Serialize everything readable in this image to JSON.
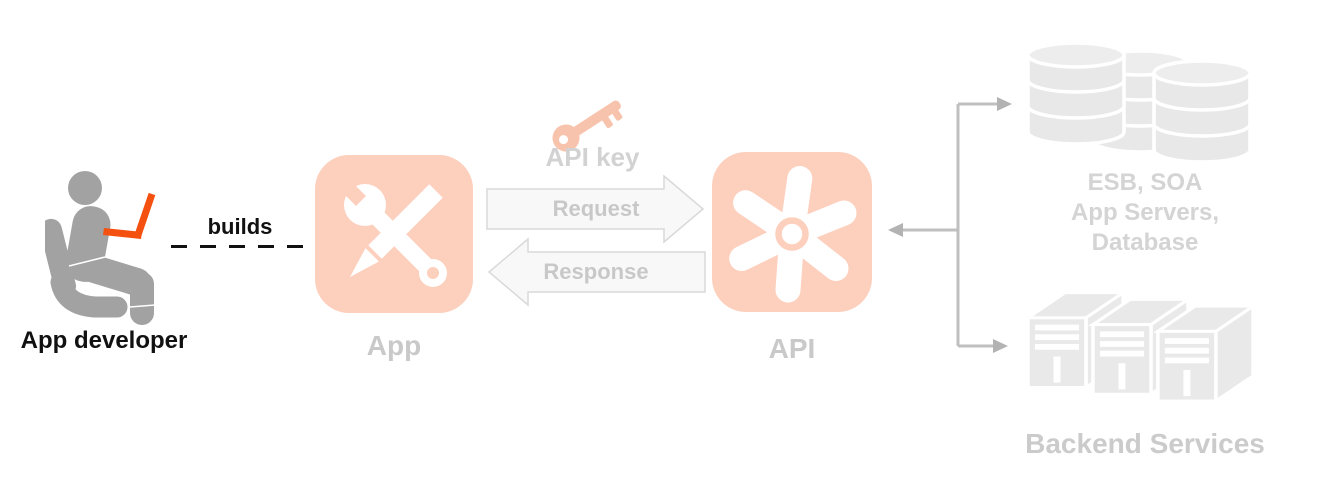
{
  "palette": {
    "accent_salmon": "#fdcfbd",
    "key_salmon": "#f8c3ac",
    "laptop_orange": "#f4500f",
    "figure_gray": "#a2a2a2",
    "faded_graphic_gray": "#e8e8e8",
    "faded_label_gray": "#c9c9c9",
    "arrow_fill": "#f8f8f8",
    "arrow_border": "#d9d9d9",
    "connector_gray": "#bfbfbf",
    "text_black": "#111111"
  },
  "diagram": {
    "developer": {
      "label": "App developer"
    },
    "builds_edge": {
      "label": "builds"
    },
    "app_node": {
      "label": "App"
    },
    "api_key": {
      "label": "API key"
    },
    "request_arrow": {
      "label": "Request"
    },
    "response_arrow": {
      "label": "Response"
    },
    "api_node": {
      "label": "API"
    },
    "esb_group": {
      "lines": [
        "ESB, SOA",
        "App Servers,",
        "Database"
      ]
    },
    "backend_group": {
      "label": "Backend Services"
    }
  }
}
